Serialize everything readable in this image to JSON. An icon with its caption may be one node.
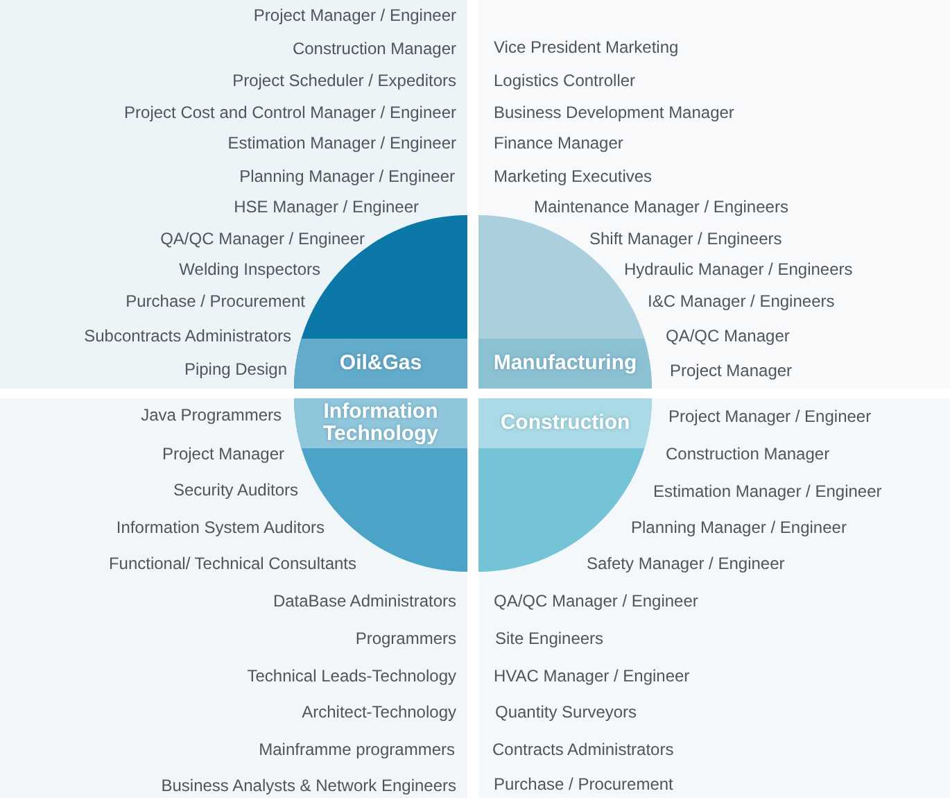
{
  "diagram": {
    "nodes": [
      {
        "text": [
          "Project Manager / Engineer",
          "Construction Manager",
          "Project Scheduler / Expeditors",
          "Project Cost and Control Manager / Engineer",
          "Estimation Manager / Engineer",
          "Planning Manager / Engineer",
          "HSE Manager / Engineer",
          "QA/QC Manager / Engineer",
          "Welding Inspectors",
          "Purchase / Procurement",
          "Subcontracts Administrators",
          "Piping Design"
        ]
      },
      {
        "text": [
          "Oil&Gas"
        ],
        "in": 0
      },
      {
        "text": [
          "Vice President Marketing",
          "Logistics Controller",
          "Business Development Manager",
          "Finance Manager",
          "Marketing Executives",
          "Maintenance Manager / Engineers",
          "Shift Manager / Engineers",
          "Hydraulic Manager / Engineers",
          "I&C Manager / Engineers",
          "QA/QC Manager",
          "Project Manager"
        ]
      },
      {
        "text": [
          "Manufacturing"
        ],
        "in": 2
      },
      {
        "text": [
          "Java Programmers",
          "Project Manager",
          "Security Auditors",
          "Information System Auditors",
          "Functional/ Technical Consultants",
          "DataBase Administrators",
          "Programmers",
          "Technical Leads-Technology",
          "Architect-Technology",
          "Mainframme programmers",
          "Business Analysts & Network Engineers"
        ]
      },
      {
        "text": [
          "Information Technology"
        ],
        "in": 4
      },
      {
        "text": [
          "Project Manager / Engineer",
          "Construction Manager",
          "Estimation Manager / Engineer",
          "Planning Manager / Engineer",
          "Safety Manager / Engineer",
          "QA/QC Manager / Engineer",
          "Site Engineers",
          "HVAC Manager / Engineer",
          "Quantity Surveyors",
          "Contracts Administrators",
          "Purchase / Procurement"
        ]
      },
      {
        "text": [
          "Construction"
        ],
        "in": 6
      }
    ]
  }
}
